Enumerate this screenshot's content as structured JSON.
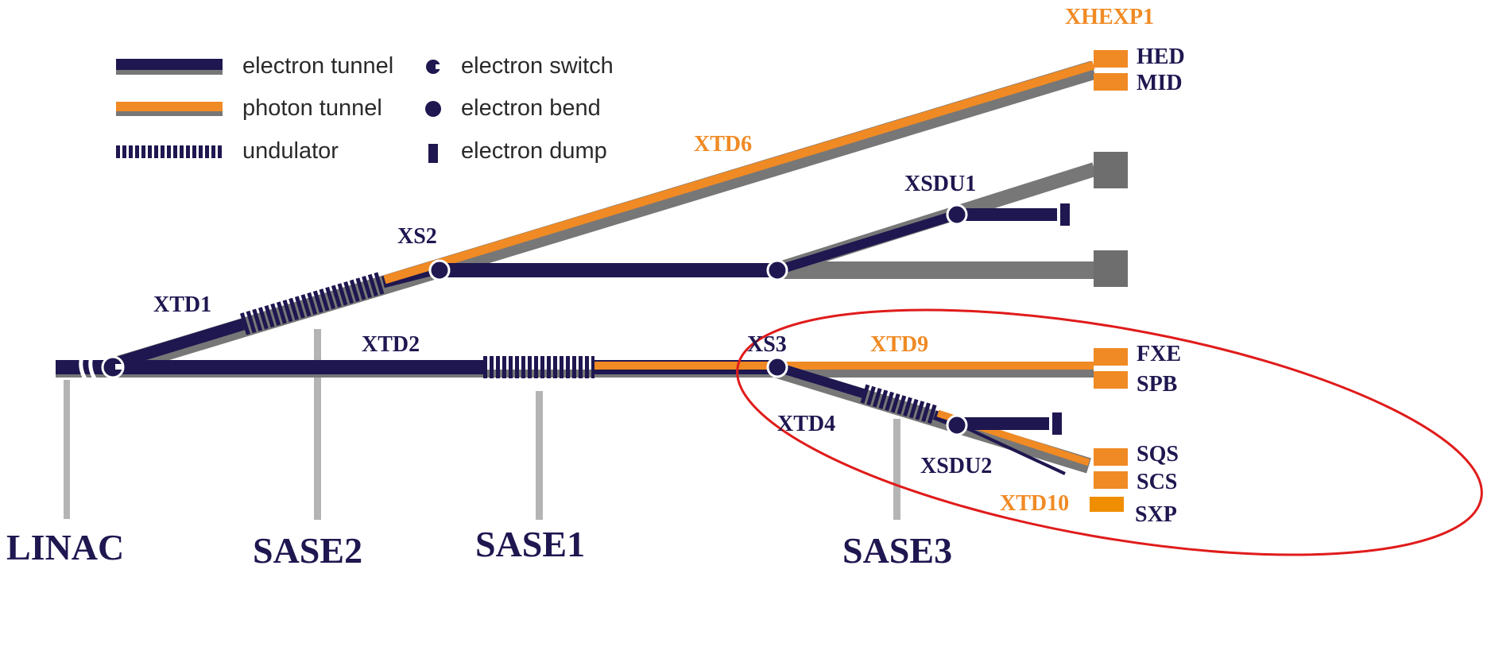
{
  "colors": {
    "electron_tunnel": "#1e1750",
    "tunnel_shadow": "#777777",
    "photon_tunnel": "#f08a24",
    "station": "#f08a24",
    "dump_block": "#6e6e6e",
    "pillar": "#b4b4b4",
    "highlight": "#e01b1b"
  },
  "legend": {
    "electron_tunnel": "electron tunnel",
    "photon_tunnel": "photon tunnel",
    "undulator": "undulator",
    "electron_switch": "electron switch",
    "electron_bend": "electron bend",
    "electron_dump": "electron dump"
  },
  "labels": {
    "xhexp1": "XHEXP1",
    "hed": "HED",
    "mid": "MID",
    "xtd6": "XTD6",
    "xsdu1": "XSDU1",
    "xs2": "XS2",
    "xtd1": "XTD1",
    "xtd2": "XTD2",
    "xs3": "XS3",
    "xtd9": "XTD9",
    "fxe": "FXE",
    "spb": "SPB",
    "xtd4": "XTD4",
    "xsdu2": "XSDU2",
    "sqs": "SQS",
    "scs": "SCS",
    "xtd10": "XTD10",
    "sxp": "SXP"
  },
  "sections": {
    "linac": "LINAC",
    "sase2": "SASE2",
    "sase1": "SASE1",
    "sase3": "SASE3"
  },
  "icons": [
    "electron-switch-icon",
    "electron-bend-icon",
    "electron-dump-icon"
  ]
}
